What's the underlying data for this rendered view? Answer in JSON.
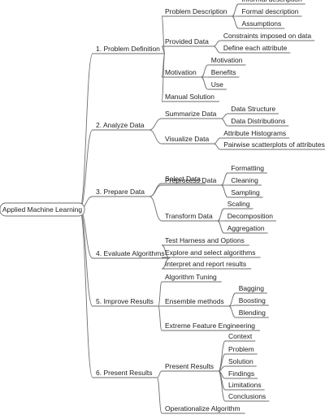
{
  "root": "Applied Machine Learning",
  "branches": [
    {
      "label": "1. Problem Definition",
      "children": [
        {
          "label": "Problem Description",
          "children": [
            {
              "label": "Informal description"
            },
            {
              "label": "Formal description"
            },
            {
              "label": "Assumptions"
            }
          ]
        },
        {
          "label": "Provided Data",
          "children": [
            {
              "label": "Constraints imposed on data"
            },
            {
              "label": "Define each attribute"
            }
          ]
        },
        {
          "label": "Motivation",
          "children": [
            {
              "label": "Motivation"
            },
            {
              "label": "Benefits"
            },
            {
              "label": "Use"
            }
          ]
        },
        {
          "label": "Manual Solution",
          "children": []
        }
      ]
    },
    {
      "label": "2. Analyze Data",
      "children": [
        {
          "label": "Summarize Data",
          "children": [
            {
              "label": "Data Structure"
            },
            {
              "label": "Data Distributions"
            }
          ]
        },
        {
          "label": "Visualize Data",
          "children": [
            {
              "label": "Attribute Histograms"
            },
            {
              "label": "Pairwise scatterplots of attributes"
            }
          ]
        }
      ]
    },
    {
      "label": "3. Prepare Data",
      "children": [
        {
          "label": "Select Data",
          "children": []
        },
        {
          "label": "Preprocess Data",
          "children": [
            {
              "label": "Formatting"
            },
            {
              "label": "Cleaning"
            },
            {
              "label": "Sampling"
            }
          ]
        },
        {
          "label": "Transform Data",
          "children": [
            {
              "label": "Scaling"
            },
            {
              "label": "Decomposition"
            },
            {
              "label": "Aggregation"
            }
          ]
        }
      ]
    },
    {
      "label": "4. Evaluate Algorithms",
      "children": [
        {
          "label": "Test Harness and Options",
          "children": []
        },
        {
          "label": "Explore and select algorithms",
          "children": []
        },
        {
          "label": "Interpret and report results",
          "children": []
        }
      ]
    },
    {
      "label": "5. Improve Results",
      "children": [
        {
          "label": "Algorithm Tuning",
          "children": []
        },
        {
          "label": "Ensemble methods",
          "children": [
            {
              "label": "Bagging"
            },
            {
              "label": "Boosting"
            },
            {
              "label": "Blending"
            }
          ]
        },
        {
          "label": "Extreme Feature Engineering",
          "children": []
        }
      ]
    },
    {
      "label": "6. Present Results",
      "children": [
        {
          "label": "Present Results",
          "children": [
            {
              "label": "Context"
            },
            {
              "label": "Problem"
            },
            {
              "label": "Solution"
            },
            {
              "label": "Findings"
            },
            {
              "label": "Limitations"
            },
            {
              "label": "Conclusions"
            }
          ]
        },
        {
          "label": "Operationalize Algorithm",
          "children": []
        }
      ]
    }
  ]
}
